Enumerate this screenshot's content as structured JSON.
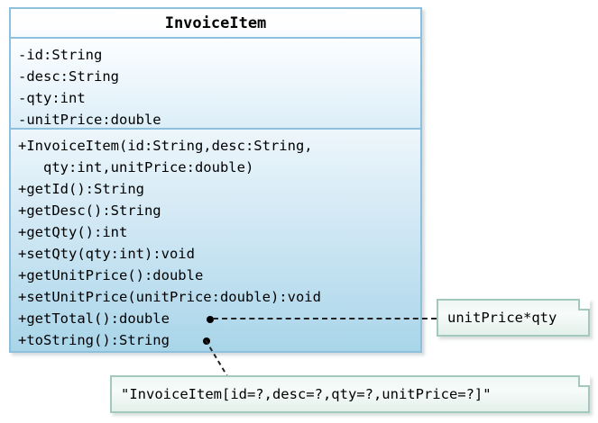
{
  "diagram": {
    "type": "uml-class-diagram",
    "class_box": {
      "name": "InvoiceItem",
      "attributes": [
        "-id:String",
        "-desc:String",
        "-qty:int",
        "-unitPrice:double"
      ],
      "methods": [
        "+InvoiceItem(id:String,desc:String,",
        "   qty:int,unitPrice:double)",
        "+getId():String",
        "+getDesc():String",
        "+getQty():int",
        "+setQty(qty:int):void",
        "+getUnitPrice():double",
        "+setUnitPrice(unitPrice:double):void",
        "+getTotal():double",
        "+toString():String"
      ]
    },
    "notes": [
      {
        "id": "note-total",
        "text": "unitPrice*qty",
        "anchored_to": "+getTotal():double"
      },
      {
        "id": "note-tostring",
        "text": "\"InvoiceItem[id=?,desc=?,qty=?,unitPrice=?]\"",
        "anchored_to": "+toString():String"
      }
    ],
    "colors": {
      "class_border": "#8dc0dc",
      "class_header_fill": "#ffffff",
      "class_attributes_fill": "#dceef8",
      "class_methods_fill": "#a9d5e9",
      "note_border": "#a3c9bf",
      "note_fill": "#e3f0ea",
      "connector": "#222222",
      "text": "#000000"
    }
  }
}
